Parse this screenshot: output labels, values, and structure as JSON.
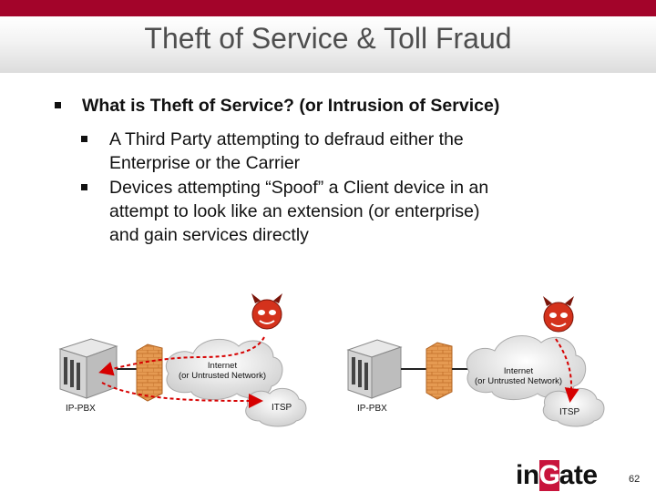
{
  "slide": {
    "title": "Theft of Service & Toll Fraud",
    "bullet_main": "What is Theft of Service?  (or Intrusion of Service)",
    "sub_bullets": [
      [
        "A Third Party attempting to defraud either the",
        "Enterprise or the Carrier"
      ],
      [
        "Devices attempting “Spoof” a Client device in an",
        "attempt to look like an extension (or enterprise)",
        "and gain services directly"
      ]
    ],
    "page_number": "62"
  },
  "diagram": {
    "left": {
      "cloud_line1": "Internet",
      "cloud_line2": "(or Untrusted Network)",
      "pbx_label": "IP-PBX",
      "itsp_label": "ITSP"
    },
    "right": {
      "cloud_line1": "Internet",
      "cloud_line2": "(or Untrusted Network)",
      "pbx_label": "IP-PBX",
      "itsp_label": "ITSP"
    }
  },
  "logo": {
    "pre": "in",
    "g": "G",
    "post": "ate"
  },
  "colors": {
    "accent": "#a3042a",
    "arrow": "#d60000",
    "firewall": "#e59a52"
  }
}
